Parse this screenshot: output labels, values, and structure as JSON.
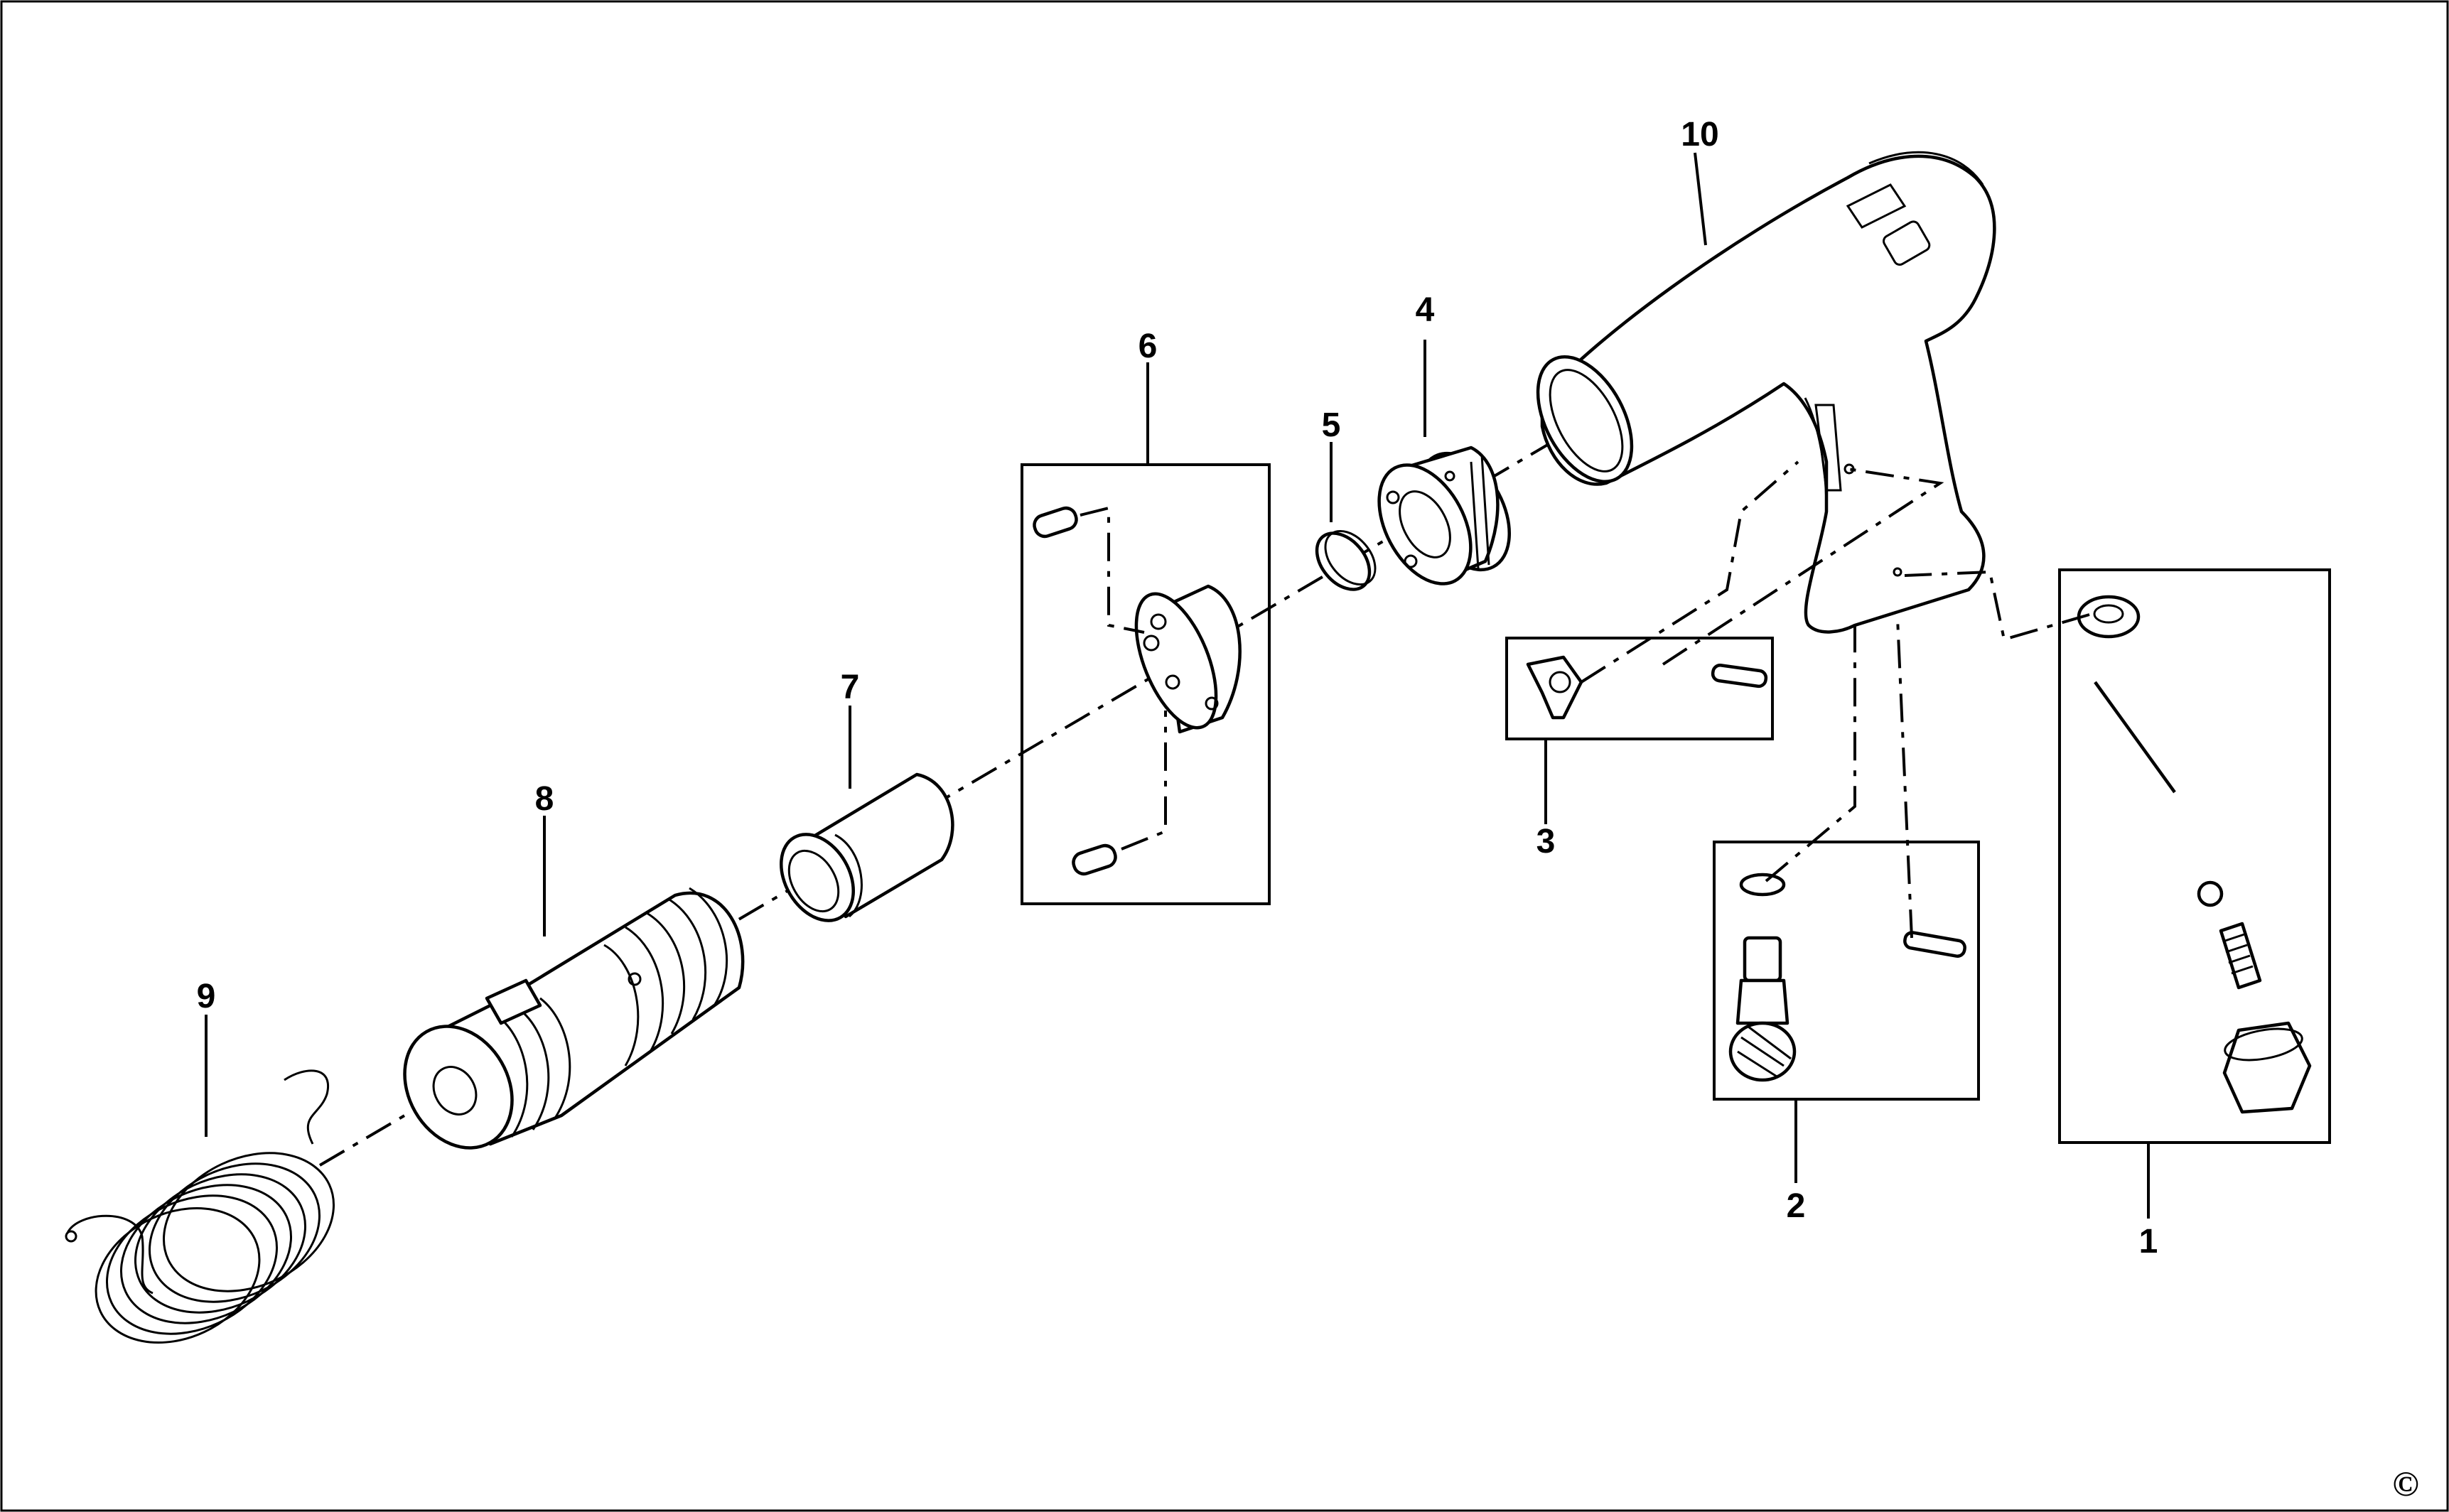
{
  "callouts": [
    "1",
    "2",
    "3",
    "4",
    "5",
    "6",
    "7",
    "8",
    "9",
    "10"
  ],
  "copyright_symbol": "©"
}
